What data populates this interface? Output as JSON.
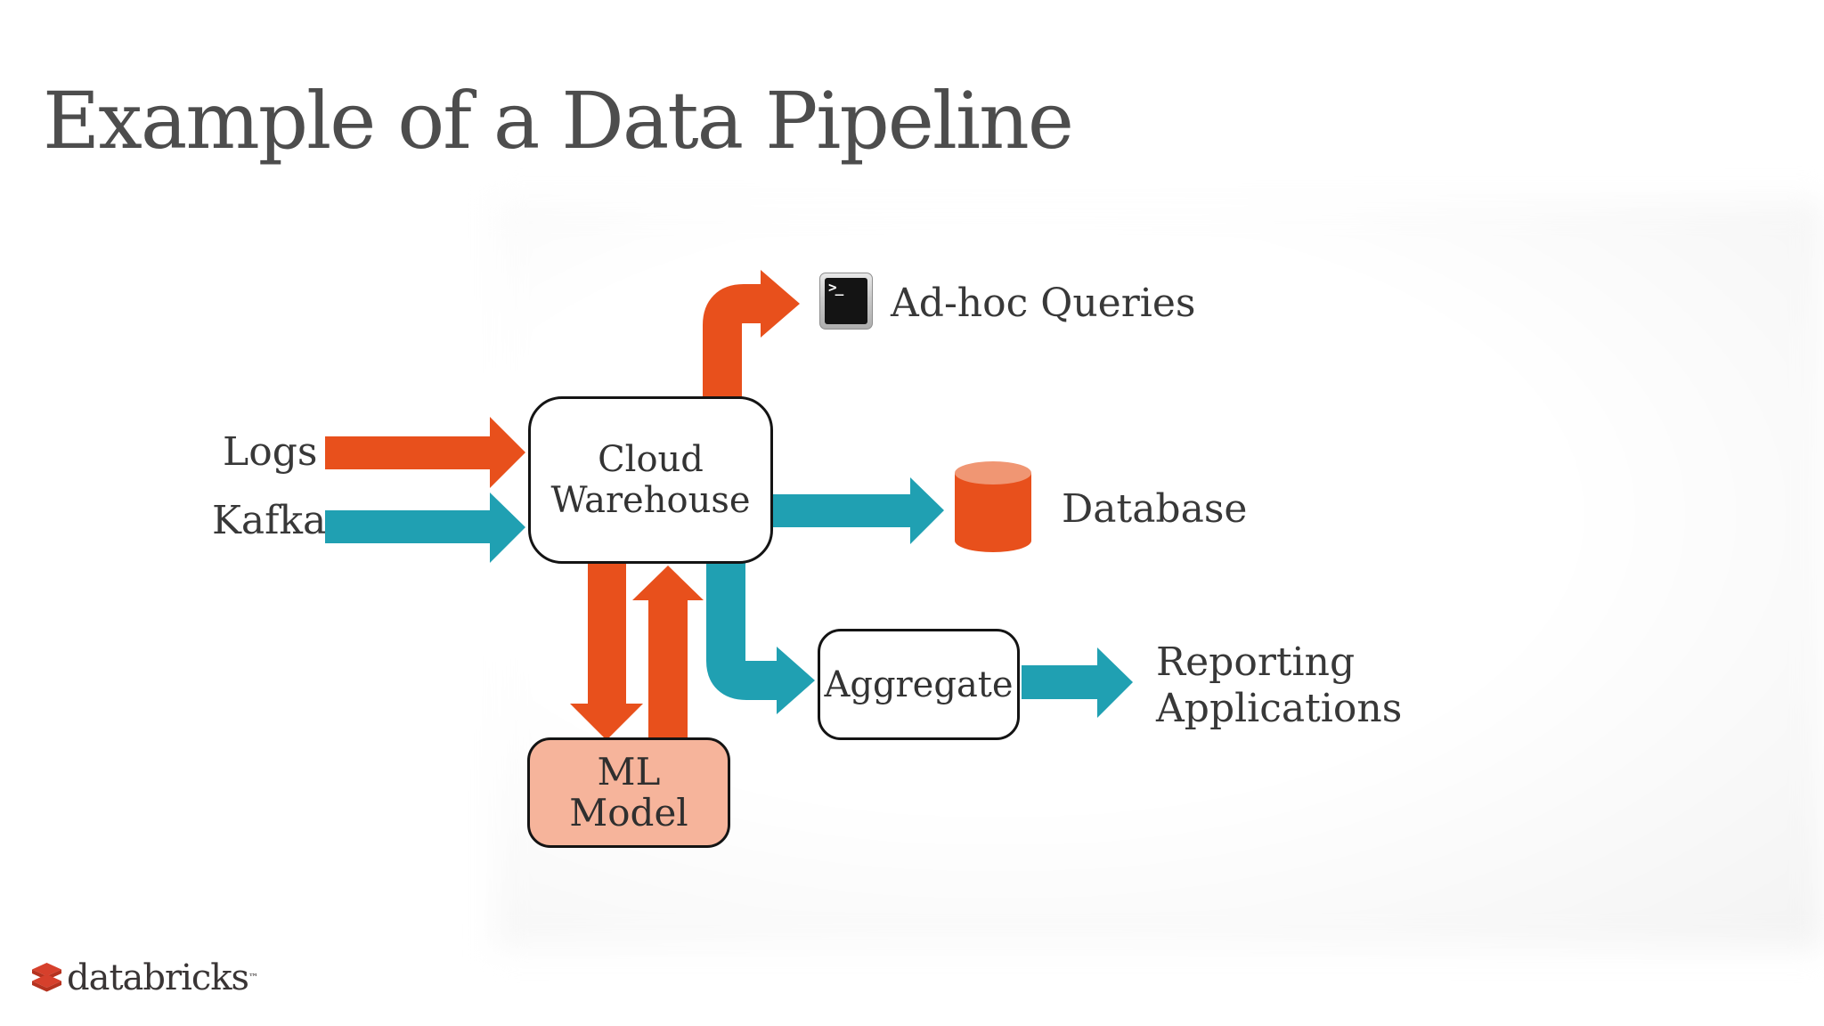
{
  "slide": {
    "title": "Example of a Data Pipeline"
  },
  "colors": {
    "orange": "#e8501c",
    "teal": "#20a0b2",
    "cylinder_top": "#f09673",
    "ml_fill": "#f6b49b",
    "box_border": "#141414",
    "label_text": "#383838",
    "title_text": "#4d4d4d",
    "terminal_screen": "#141414",
    "brand_red": "#d6402c",
    "brand_red_dark": "#b5321f"
  },
  "diagram": {
    "sources": [
      {
        "label": "Logs",
        "color": "#e8501c"
      },
      {
        "label": "Kafka",
        "color": "#20a0b2"
      }
    ],
    "nodes": {
      "cloud_warehouse": {
        "line1": "Cloud",
        "line2": "Warehouse"
      },
      "aggregate": {
        "label": "Aggregate"
      },
      "ml_model": {
        "line1": "ML",
        "line2": "Model"
      }
    },
    "outputs": {
      "adhoc": "Ad-hoc Queries",
      "database": "Database",
      "reporting_line1": "Reporting",
      "reporting_line2": "Applications"
    },
    "terminal_prompt": ">_"
  },
  "footer": {
    "brand": "databricks",
    "trademark": "™"
  }
}
